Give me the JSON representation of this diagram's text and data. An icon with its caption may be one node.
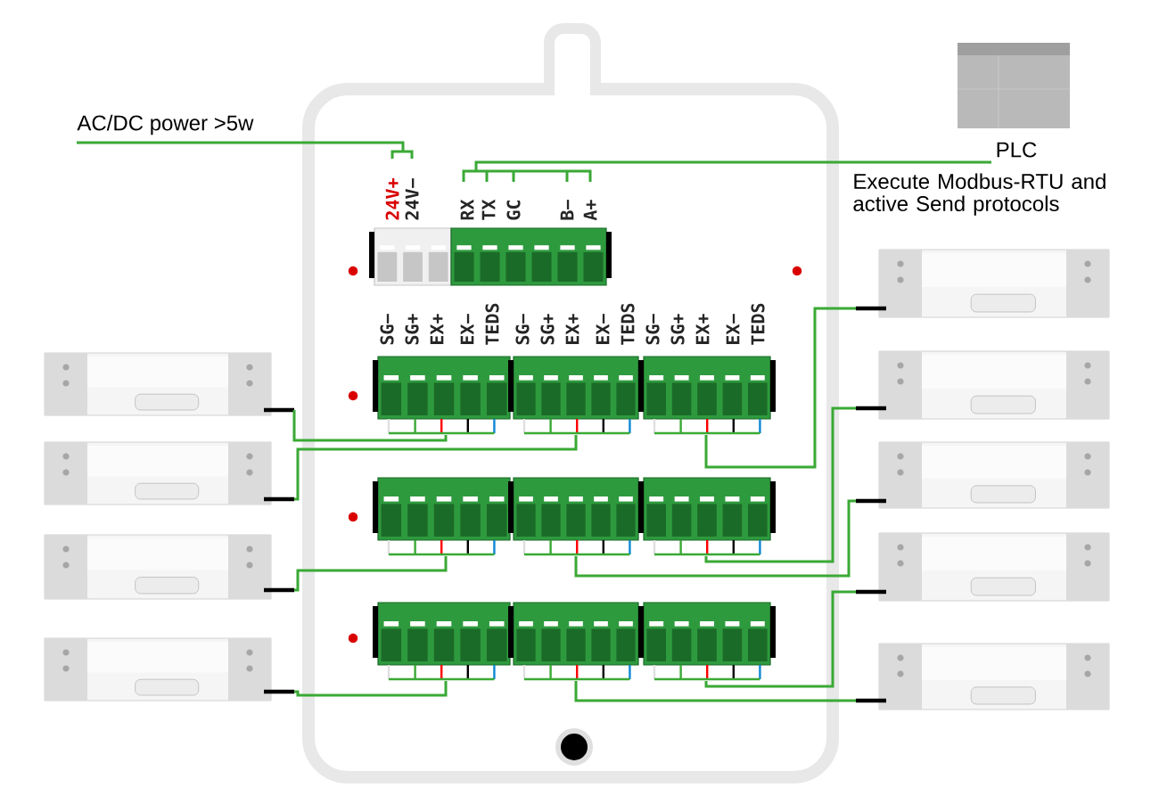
{
  "diagram": {
    "nodes": [
      {
        "text": [
          "AC/DC power >5w"
        ]
      },
      {
        "text": [
          "PLC"
        ],
        "beside": [
          "Execute Modbus-RTU and active Send protocols"
        ]
      },
      {
        "text": [],
        "shape": "box"
      },
      {
        "text": [
          "24V+",
          "24V−"
        ],
        "in": 2
      },
      {
        "text": [
          "RX",
          "TX",
          "GC",
          "B−",
          "A+"
        ],
        "in": 2
      },
      {
        "text": [
          "SG−",
          "SG+",
          "EX+",
          "EX−",
          "TEDS"
        ],
        "in": 2
      },
      {
        "text": [
          "SG−",
          "SG+",
          "EX+",
          "EX−",
          "TEDS"
        ],
        "in": 2
      },
      {
        "text": [
          "SG−",
          "SG+",
          "EX+",
          "EX−",
          "TEDS"
        ],
        "in": 2
      },
      {
        "text": [],
        "shape": "box",
        "in": 2
      },
      {
        "text": [],
        "shape": "box",
        "in": 2
      },
      {
        "text": [],
        "shape": "box",
        "in": 2
      },
      {
        "text": [],
        "shape": "box",
        "in": 2
      },
      {
        "text": [],
        "shape": "box",
        "in": 2
      },
      {
        "text": [],
        "shape": "box",
        "in": 2
      },
      {
        "text": [],
        "shape": "picture"
      },
      {
        "text": [],
        "shape": "picture"
      },
      {
        "text": [],
        "shape": "picture"
      },
      {
        "text": [],
        "shape": "picture"
      },
      {
        "text": [],
        "shape": "picture"
      },
      {
        "text": [],
        "shape": "picture"
      },
      {
        "text": [],
        "shape": "picture"
      },
      {
        "text": [],
        "shape": "picture"
      },
      {
        "text": [],
        "shape": "picture"
      }
    ],
    "edges": [
      {
        "from": 0,
        "to": 3,
        "arrow": "none"
      },
      {
        "from": 1,
        "to": 4,
        "arrow": "none"
      },
      {
        "from": 14,
        "to": 5,
        "arrow": "none"
      },
      {
        "from": 15,
        "to": 6,
        "arrow": "none"
      },
      {
        "from": 16,
        "to": 8,
        "arrow": "none"
      },
      {
        "from": 17,
        "to": 11,
        "arrow": "none"
      },
      {
        "from": 18,
        "to": 7,
        "arrow": "none"
      },
      {
        "from": 19,
        "to": 10,
        "arrow": "none"
      },
      {
        "from": 20,
        "to": 9,
        "arrow": "none"
      },
      {
        "from": 21,
        "to": 13,
        "arrow": "none"
      },
      {
        "from": 22,
        "to": 12,
        "arrow": "none"
      }
    ]
  }
}
